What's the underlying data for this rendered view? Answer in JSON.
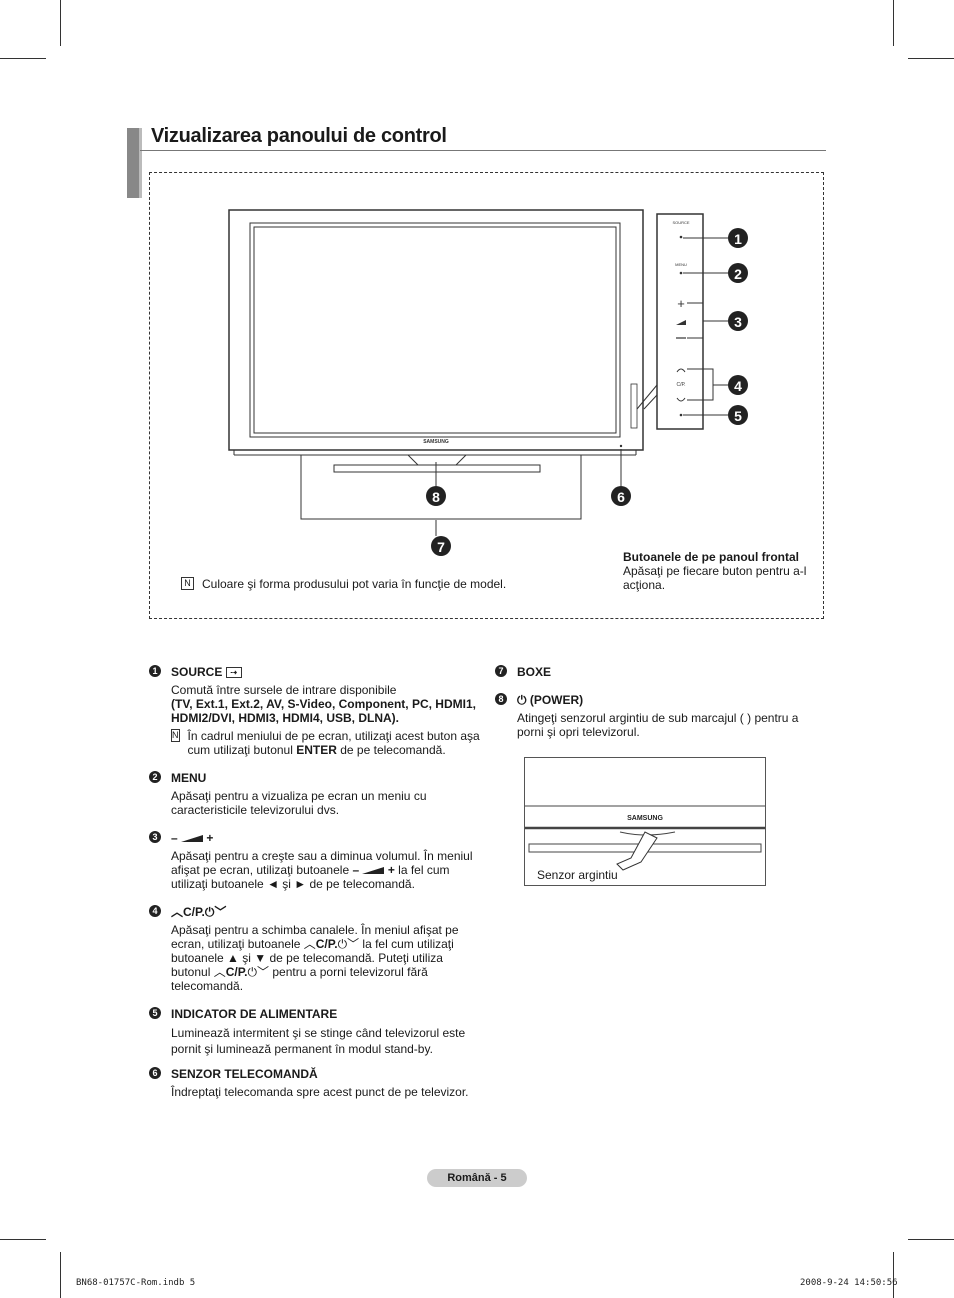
{
  "page": {
    "title": "Vizualizarea panoului de control",
    "footer": "Română - 5",
    "print_file": "BN68-01757C-Rom.indb   5",
    "print_date": "2008-9-24   14:50:56"
  },
  "diagram": {
    "brand": "SAMSUNG",
    "panel_labels": {
      "source": "SOURCE",
      "menu": "MENU",
      "cp": "C/P."
    },
    "callouts": [
      "1",
      "2",
      "3",
      "4",
      "5",
      "6",
      "7",
      "8"
    ],
    "note": "Culoare şi forma produsului pot varia în funcţie de model.",
    "caption_title": "Butoanele de pe panoul frontal",
    "caption_body": "Apăsaţi pe fiecare buton pentru a-l acţiona."
  },
  "items": {
    "i1": {
      "n": "1",
      "head": "SOURCE",
      "body1": "Comută între sursele de intrare disponibile",
      "body2": "(TV, Ext.1, Ext.2, AV, S-Video, Component, PC, HDMI1, HDMI2/DVI, HDMI3, HDMI4, USB, DLNA).",
      "note_a": "În cadrul meniului de pe ecran, utilizaţi acest buton aşa cum utilizaţi butonul ",
      "note_b": "ENTER",
      "note_c": " de pe telecomandă."
    },
    "i2": {
      "n": "2",
      "head": "MENU",
      "body": "Apăsaţi pentru a vizualiza pe ecran un meniu cu caracteristicile televizorului dvs."
    },
    "i3": {
      "n": "3",
      "head_a": "–",
      "head_b": "+",
      "body_a": "Apăsaţi pentru a creşte sau a diminua volumul. În meniul afişat pe ecran, utilizaţi butoanele ",
      "body_b": "–",
      "body_c": "+",
      "body_d": " la fel cum utilizaţi butoanele ◄ şi ► de pe telecomandă."
    },
    "i4": {
      "n": "4",
      "head": "C/P.",
      "body_a": "Apăsaţi pentru a schimba canalele. În meniul afişat pe ecran, utilizaţi butoanele ",
      "body_b": "C/P.",
      "body_c": " la fel cum utilizaţi butoanele ▲ şi ▼ de pe telecomandă. Puteţi utiliza butonul ",
      "body_d": "C/P.",
      "body_e": " pentru a porni televizorul fără telecomandă."
    },
    "i5": {
      "n": "5",
      "head": "INDICATOR DE ALIMENTARE",
      "body": "Luminează intermitent şi se stinge când televizorul este pornit şi luminează permanent în modul stand-by."
    },
    "i6": {
      "n": "6",
      "head": "SENZOR TELECOMANDĂ",
      "body": "Îndreptaţi telecomanda spre acest punct de pe televizor."
    },
    "i7": {
      "n": "7",
      "head": "BOXE"
    },
    "i8": {
      "n": "8",
      "head": "(POWER)",
      "body": "Atingeţi senzorul argintiu de sub marcajul (  ) pentru a porni şi opri televizorul."
    }
  },
  "photo": {
    "brand": "SAMSUNG",
    "label": "Senzor argintiu"
  }
}
